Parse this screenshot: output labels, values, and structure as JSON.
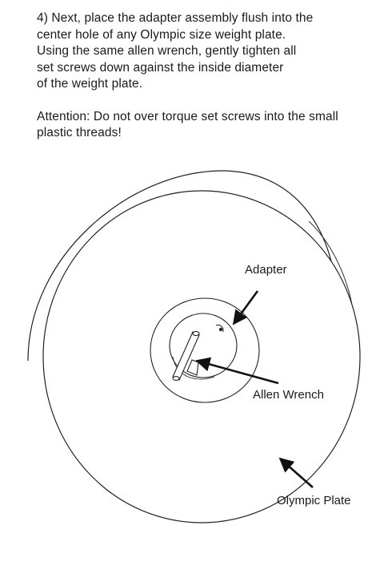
{
  "instructions": {
    "step_lines": [
      "4) Next, place the adapter assembly flush into the",
      "center hole of any Olympic size weight plate.",
      "Using the same allen wrench, gently tighten all",
      "set screws down against the inside diameter",
      "of the weight plate."
    ],
    "attention_lines": [
      "Attention: Do not over torque set screws into the small",
      "plastic threads!"
    ]
  },
  "diagram": {
    "labels": {
      "adapter": "Adapter",
      "allen_wrench": "Allen Wrench",
      "olympic_plate": "Olympic Plate"
    }
  }
}
